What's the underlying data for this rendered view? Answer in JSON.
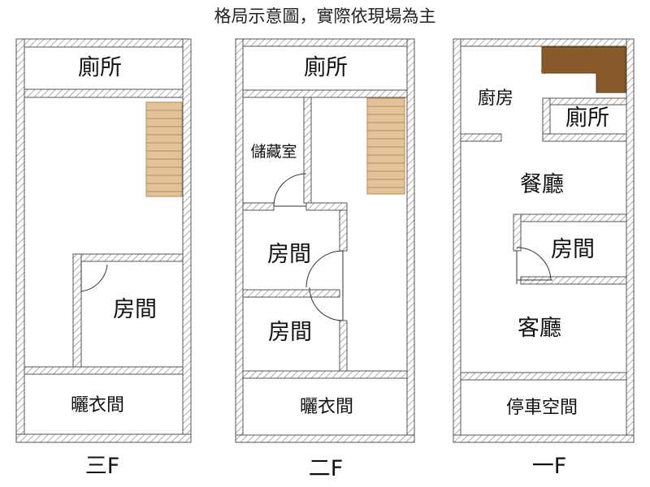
{
  "title": "格局示意圖，實際依現場為主",
  "floors": {
    "f3": {
      "label": "三F",
      "rooms": {
        "toilet": "廁所",
        "bedroom": "房間",
        "laundry": "曬衣間"
      }
    },
    "f2": {
      "label": "二F",
      "rooms": {
        "toilet": "廁所",
        "storage": "儲藏室",
        "bedroom_a": "房間",
        "bedroom_b": "房間",
        "laundry": "曬衣間"
      }
    },
    "f1": {
      "label": "一F",
      "rooms": {
        "kitchen": "廚房",
        "toilet": "廁所",
        "dining": "餐廳",
        "bedroom": "房間",
        "living": "客廳",
        "parking": "停車空間"
      }
    }
  },
  "colors": {
    "wall_hatch": "#8c8c8c",
    "stairs": "#e3c49a",
    "stair_lines": "#b48a5a",
    "counter": "#8b5a2b"
  }
}
